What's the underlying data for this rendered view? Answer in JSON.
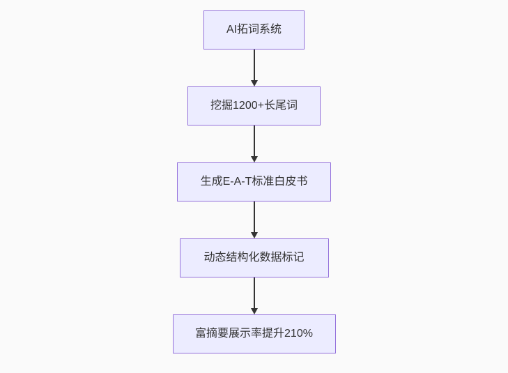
{
  "diagram": {
    "type": "flowchart",
    "direction": "top-down",
    "nodes": [
      {
        "id": "node-1",
        "label": "AI拓词系统"
      },
      {
        "id": "node-2",
        "label": "挖掘1200+长尾词"
      },
      {
        "id": "node-3",
        "label": "生成E-A-T标准白皮书"
      },
      {
        "id": "node-4",
        "label": "动态结构化数据标记"
      },
      {
        "id": "node-5",
        "label": "富摘要展示率提升210%"
      }
    ],
    "edges": [
      {
        "from": "node-1",
        "to": "node-2",
        "style": "arrow-down"
      },
      {
        "from": "node-2",
        "to": "node-3",
        "style": "arrow-down"
      },
      {
        "from": "node-3",
        "to": "node-4",
        "style": "arrow-down"
      },
      {
        "from": "node-4",
        "to": "node-5",
        "style": "arrow-down"
      }
    ],
    "colors": {
      "background": "#fafafa",
      "node_fill": "#ececff",
      "node_border": "#9370db",
      "arrow": "#333333",
      "text": "#333333"
    }
  }
}
